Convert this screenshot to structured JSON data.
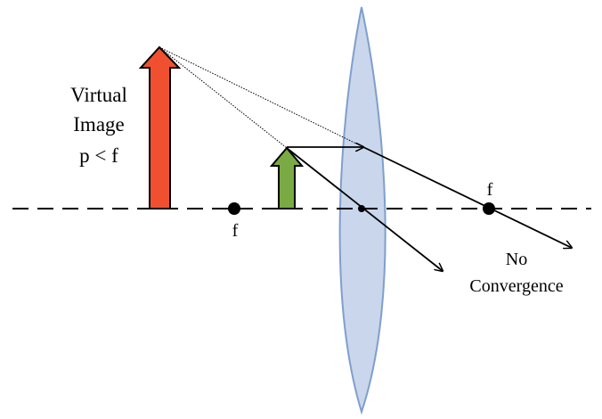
{
  "labels": {
    "virtual_image": "Virtual",
    "virtual_image_2": "Image",
    "condition": "p < f",
    "focal_left": "f",
    "focal_right": "f",
    "no": "No",
    "convergence": "Convergence"
  },
  "colors": {
    "lens_fill": "#c9d6ec",
    "lens_stroke": "#7f9fcc",
    "virtual_arrow": "#f05030",
    "object_arrow": "#7aaa44",
    "ink": "#000000"
  }
}
